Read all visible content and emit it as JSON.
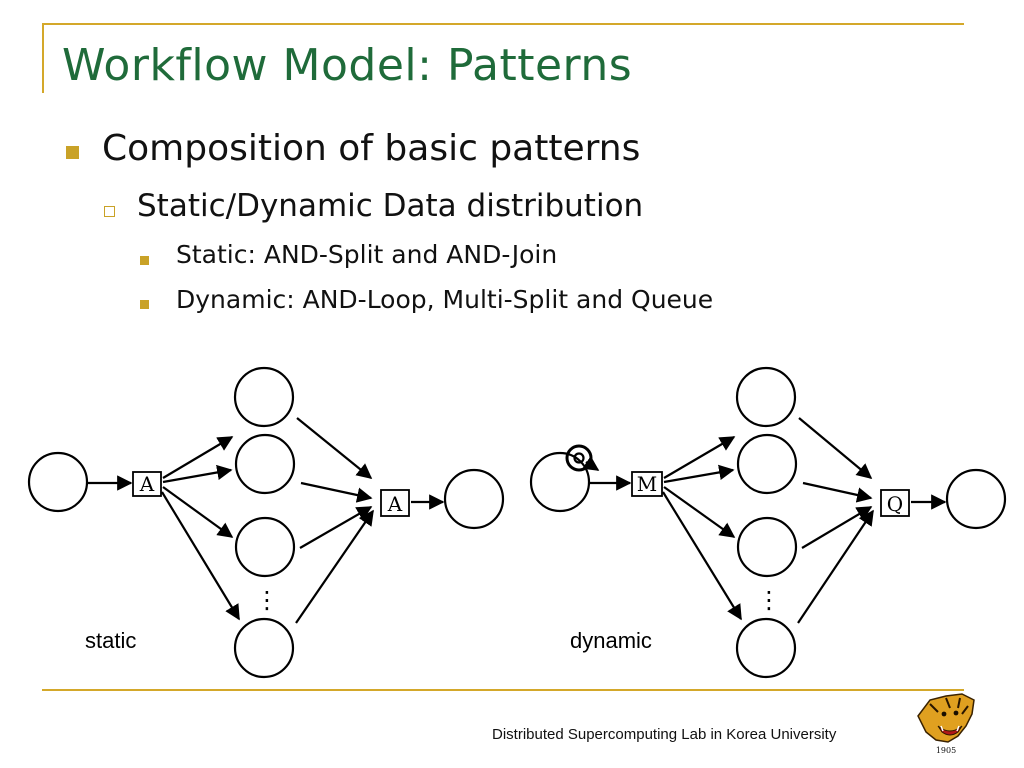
{
  "slide": {
    "title": "Workflow Model: Patterns",
    "bullets": {
      "l1": "Composition of basic patterns",
      "l2": "Static/Dynamic Data distribution",
      "l3": [
        "Static: AND-Split and AND-Join",
        "Dynamic: AND-Loop, Multi-Split and Queue"
      ]
    },
    "footer": "Distributed Supercomputing Lab in Korea University"
  },
  "diagram": {
    "static": {
      "caption": "static",
      "split_label": "A",
      "join_label": "A"
    },
    "dynamic": {
      "caption": "dynamic",
      "split_label": "M",
      "join_label": "Q"
    },
    "ellipsis": "⋮"
  },
  "logo": {
    "name": "korea-university-tiger-logo",
    "year": "1905"
  },
  "colors": {
    "title": "#1f6b3a",
    "accent": "#d4a82a",
    "bullet": "#c9a227"
  }
}
